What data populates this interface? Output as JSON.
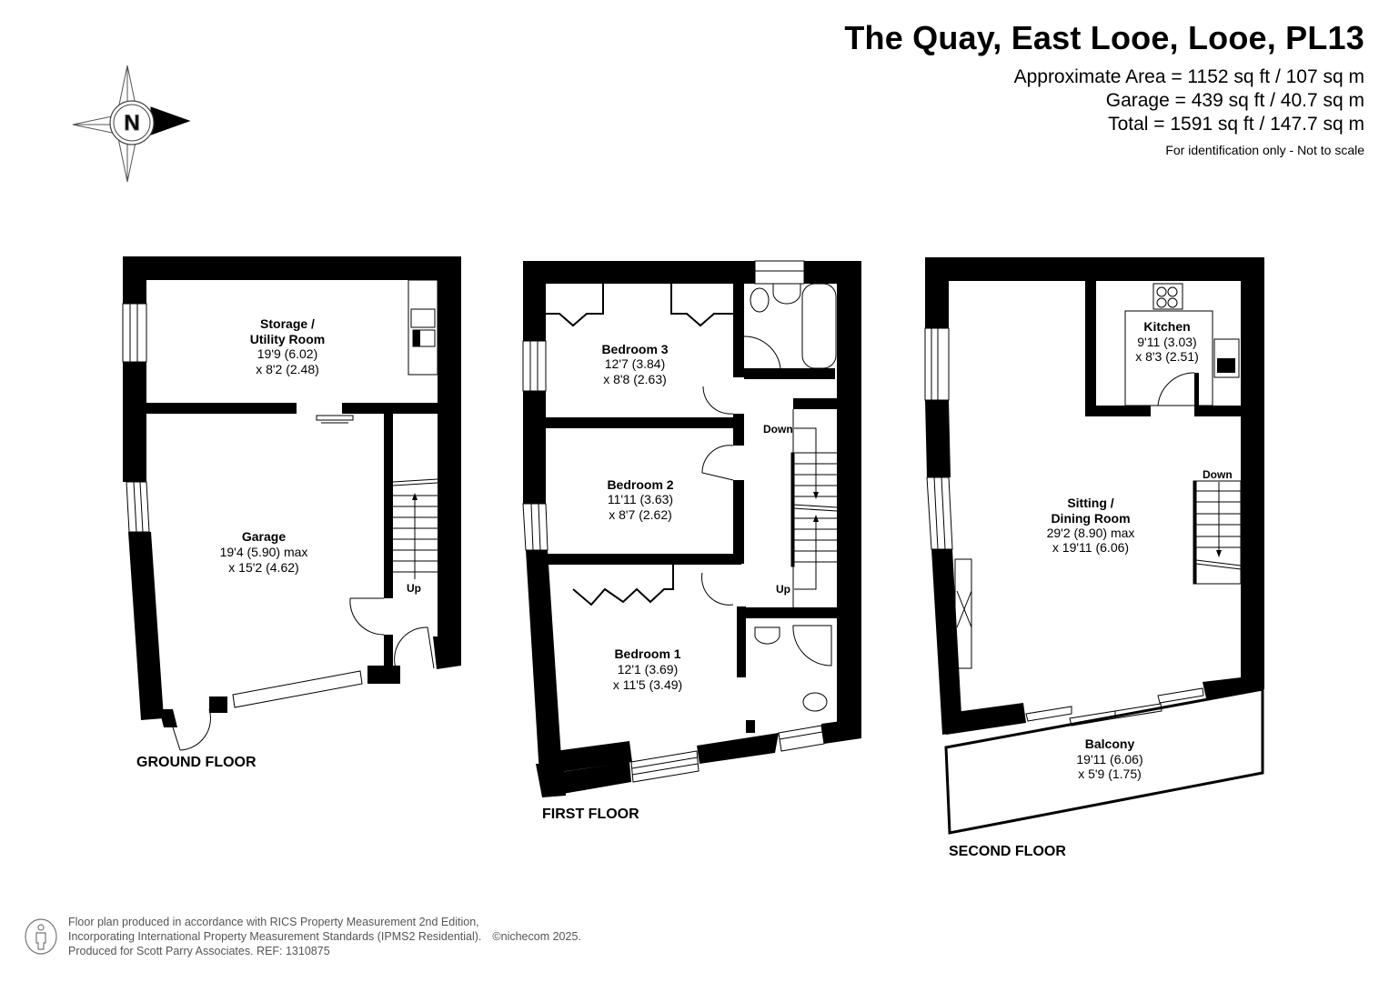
{
  "header": {
    "title": "The Quay, East Looe, Looe, PL13",
    "approximate_area": "Approximate Area = 1152 sq ft / 107 sq m",
    "garage_area": "Garage = 439 sq ft / 40.7 sq m",
    "total_area": "Total = 1591 sq ft / 147.7 sq m",
    "disclaimer": "For identification only - Not to scale"
  },
  "compass": {
    "letter": "N",
    "icon": "compass-rose-icon"
  },
  "floors": {
    "ground": {
      "label": "GROUND FLOOR",
      "rooms": [
        {
          "name_line1": "Storage /",
          "name_line2": "Utility Room",
          "dim1": "19'9 (6.02)",
          "dim2": "x 8'2 (2.48)"
        },
        {
          "name_line1": "Garage",
          "dim1": "19'4 (5.90) max",
          "dim2": "x 15'2 (4.62)"
        }
      ],
      "stairs_label": "Up"
    },
    "first": {
      "label": "FIRST FLOOR",
      "rooms": [
        {
          "name_line1": "Bedroom 3",
          "dim1": "12'7 (3.84)",
          "dim2": "x 8'8 (2.63)"
        },
        {
          "name_line1": "Bedroom 2",
          "dim1": "11'11 (3.63)",
          "dim2": "x 8'7 (2.62)"
        },
        {
          "name_line1": "Bedroom 1",
          "dim1": "12'1 (3.69)",
          "dim2": "x 11'5 (3.49)"
        }
      ],
      "stairs_down": "Down",
      "stairs_up": "Up"
    },
    "second": {
      "label": "SECOND FLOOR",
      "rooms": [
        {
          "name_line1": "Kitchen",
          "dim1": "9'11 (3.03)",
          "dim2": "x 8'3 (2.51)"
        },
        {
          "name_line1": "Sitting /",
          "name_line2": "Dining Room",
          "dim1": "29'2 (8.90) max",
          "dim2": "x 19'11 (6.06)"
        },
        {
          "name_line1": "Balcony",
          "dim1": "19'11 (6.06)",
          "dim2": "x 5'9 (1.75)"
        }
      ],
      "stairs_down": "Down"
    }
  },
  "footer": {
    "line1": "Floor plan produced in accordance with RICS Property Measurement 2nd Edition,",
    "line2": "Incorporating International Property Measurement Standards (IPMS2 Residential).",
    "copyright": "©nichecom 2025.",
    "line3": "Produced for Scott Parry Associates.   REF: 1310875"
  },
  "colors": {
    "wall": "#000000",
    "background": "#ffffff",
    "footer_text": "#555555"
  }
}
